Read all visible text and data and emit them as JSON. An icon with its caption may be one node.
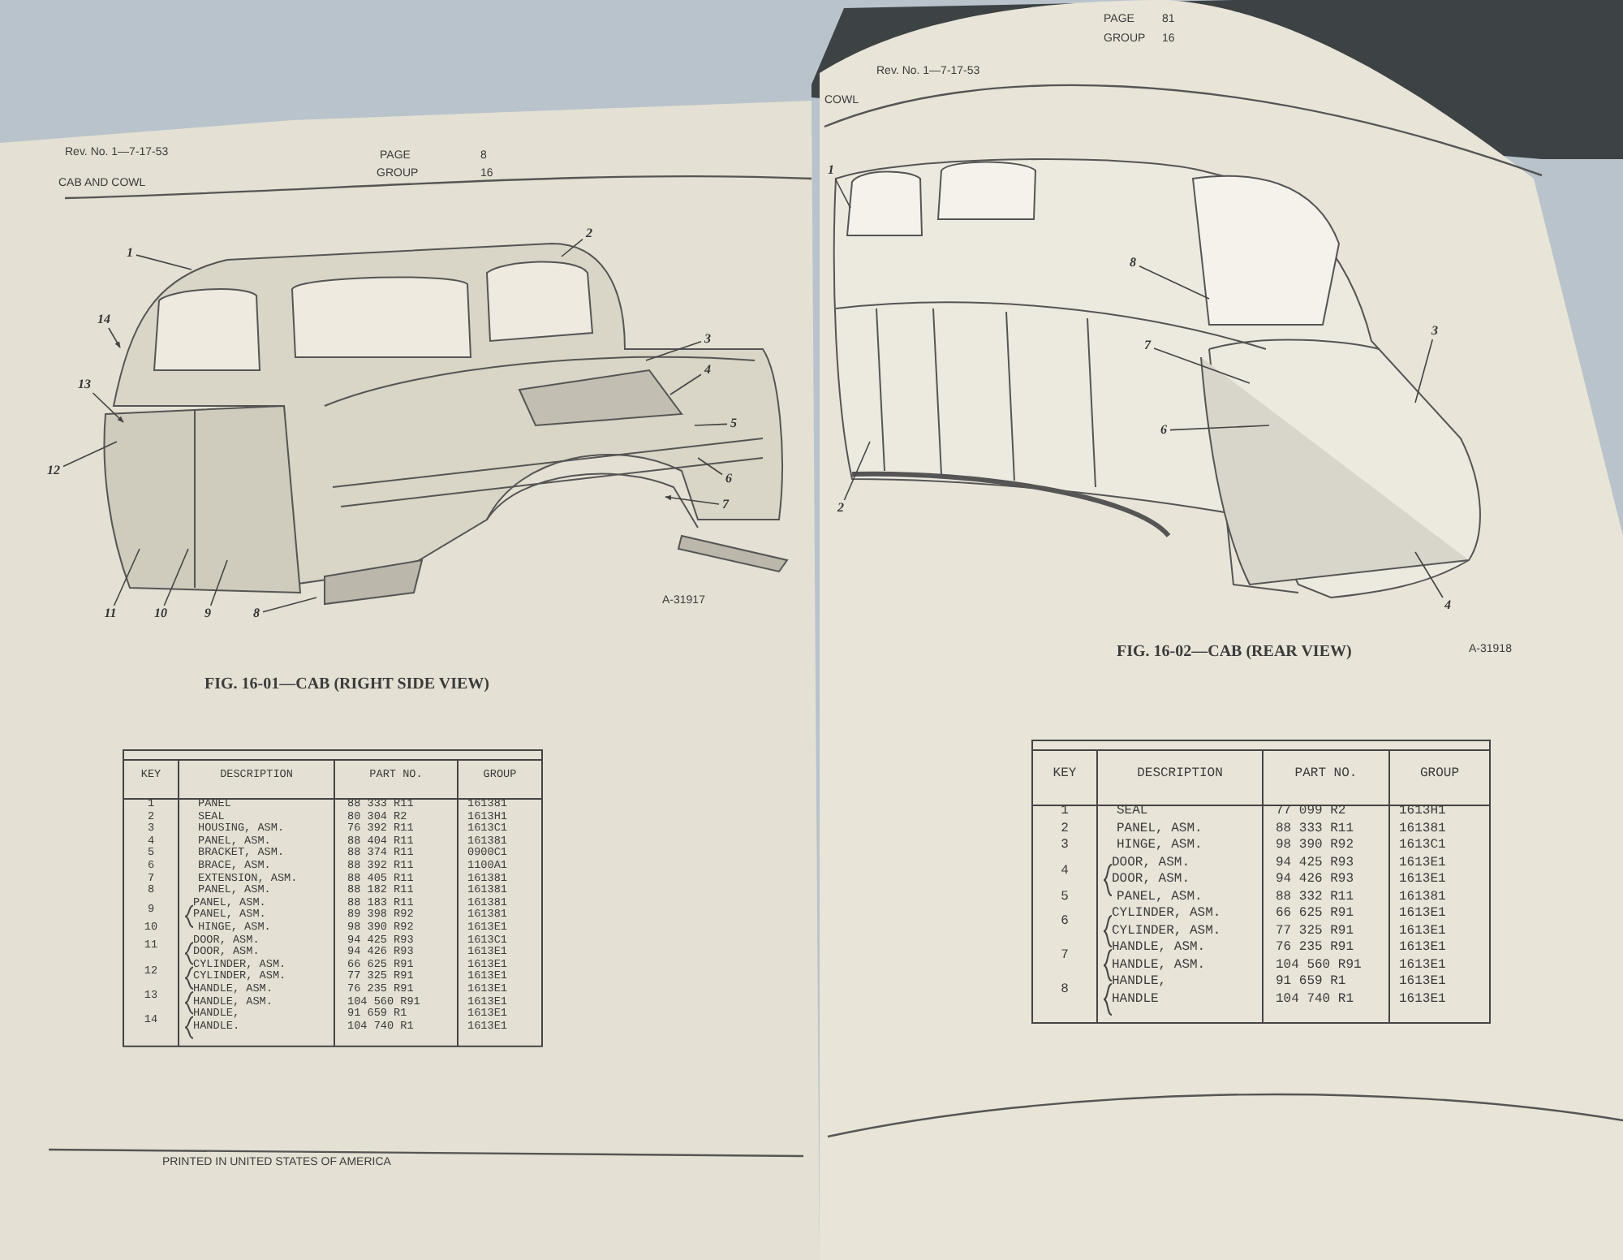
{
  "diagram": {
    "nodes": [
      {
        "text": [
          "1"
        ]
      },
      {
        "text": [
          "2"
        ]
      },
      {
        "text": [
          "3"
        ]
      },
      {
        "text": [
          "4"
        ]
      },
      {
        "text": [
          "5"
        ]
      },
      {
        "text": [
          "6"
        ]
      },
      {
        "text": [
          "7"
        ]
      },
      {
        "text": [
          "8"
        ]
      },
      {
        "text": [
          "9"
        ]
      },
      {
        "text": [
          "10"
        ]
      },
      {
        "text": [
          "11"
        ]
      },
      {
        "text": [
          "12"
        ]
      },
      {
        "text": [
          "13"
        ]
      },
      {
        "text": [
          "14"
        ]
      },
      {
        "text": [
          "1"
        ]
      },
      {
        "text": [
          "8"
        ]
      },
      {
        "text": [
          "3"
        ]
      },
      {
        "text": [
          "7"
        ]
      },
      {
        "text": [
          "6"
        ]
      },
      {
        "text": [
          "2"
        ]
      },
      {
        "text": [
          "4"
        ]
      }
    ],
    "edges": [
      {
        "from": 0,
        "to": null,
        "arrow": "none"
      },
      {
        "from": 1,
        "to": null,
        "arrow": "none"
      },
      {
        "from": 2,
        "to": null,
        "arrow": "none"
      },
      {
        "from": 3,
        "to": null,
        "arrow": "none"
      },
      {
        "from": 4,
        "to": null,
        "arrow": "none"
      },
      {
        "from": 5,
        "to": null,
        "arrow": "none"
      },
      {
        "from": 6,
        "to": null,
        "arrow": "to"
      },
      {
        "from": 7,
        "to": null,
        "arrow": "none"
      },
      {
        "from": 8,
        "to": null,
        "arrow": "none"
      },
      {
        "from": 9,
        "to": null,
        "arrow": "none"
      },
      {
        "from": 10,
        "to": null,
        "arrow": "none"
      },
      {
        "from": 11,
        "to": null,
        "arrow": "none"
      },
      {
        "from": 12,
        "to": null,
        "arrow": "to"
      },
      {
        "from": 13,
        "to": null,
        "arrow": "to"
      },
      {
        "from": 14,
        "to": null,
        "arrow": "none"
      },
      {
        "from": 15,
        "to": null,
        "arrow": "none"
      },
      {
        "from": 16,
        "to": null,
        "arrow": "none"
      },
      {
        "from": 17,
        "to": null,
        "arrow": "none"
      },
      {
        "from": 18,
        "to": null,
        "arrow": "none"
      },
      {
        "from": 19,
        "to": null,
        "arrow": "none"
      },
      {
        "from": 20,
        "to": null,
        "arrow": "none"
      }
    ],
    "labels": [
      "Rev. No. 1—7-17-53",
      "PAGE",
      "8",
      "GROUP",
      "16",
      "CAB AND COWL",
      "A-31917",
      "FIG. 16-01—CAB (RIGHT SIDE VIEW)",
      "KEY",
      "DESCRIPTION",
      "PART NO.",
      "GROUP",
      "1",
      "PANEL",
      "88 333 R11",
      "161381",
      "2",
      "SEAL",
      "80 304 R2",
      "1613H1",
      "3",
      "HOUSING, ASM.",
      "76 392 R11",
      "1613C1",
      "4",
      "PANEL, ASM.",
      "88 404 R11",
      "161381",
      "5",
      "BRACKET, ASM.",
      "88 374 R11",
      "0900C1",
      "6",
      "BRACE, ASM.",
      "88 392 R11",
      "1100A1",
      "7",
      "EXTENSION, ASM.",
      "88 405 R11",
      "161381",
      "8",
      "PANEL, ASM.",
      "88 182 R11",
      "161381",
      "9",
      "PANEL, ASM.",
      "88 183 R11",
      "161381",
      "PANEL, ASM.",
      "89 398 R92",
      "161381",
      "10",
      "HINGE, ASM.",
      "98 390 R92",
      "1613E1",
      "11",
      "DOOR, ASM.",
      "94 425 R93",
      "1613C1",
      "DOOR, ASM.",
      "94 426 R93",
      "1613E1",
      "12",
      "CYLINDER, ASM.",
      "66 625 R91",
      "1613E1",
      "CYLINDER, ASM.",
      "77 325 R91",
      "1613E1",
      "13",
      "HANDLE, ASM.",
      "76 235 R91",
      "1613E1",
      "HANDLE, ASM.",
      "104 560 R91",
      "1613E1",
      "14",
      "HANDLE,",
      "91 659 R1",
      "1613E1",
      "HANDLE.",
      "104 740 R1",
      "1613E1",
      "KEY",
      "DESCRIPTION",
      "PART NO.",
      "GROUP",
      "1",
      "SEAL",
      "77 099 R2",
      "1613H1",
      "2",
      "PANEL, ASM.",
      "88 333 R11",
      "161381",
      "3",
      "HINGE, ASM.",
      "98 390 R92",
      "1613C1",
      "4",
      "DOOR, ASM.",
      "94 425 R93",
      "1613E1",
      "DOOR, ASM.",
      "94 426 R93",
      "1613E1",
      "5",
      "PANEL, ASM.",
      "88 332 R11",
      "161381",
      "6",
      "CYLINDER, ASM.",
      "66 625 R91",
      "1613E1",
      "CYLINDER, ASM.",
      "77 325 R91",
      "1613E1",
      "7",
      "HANDLE, ASM.",
      "76 235 R91",
      "1613E1",
      "HANDLE, ASM.",
      "104 560 R91",
      "1613E1",
      "8",
      "HANDLE,",
      "91 659 R1",
      "1613E1",
      "HANDLE",
      "104 740 R1",
      "1613E1",
      "Rev. No. 1—7-17-53",
      "PAGE",
      "81",
      "GROUP",
      "16",
      "COWL",
      "FIG. 16-02—CAB (REAR VIEW)",
      "A-31918",
      "PRINTED IN UNITED STATES OF AMERICA"
    ]
  }
}
